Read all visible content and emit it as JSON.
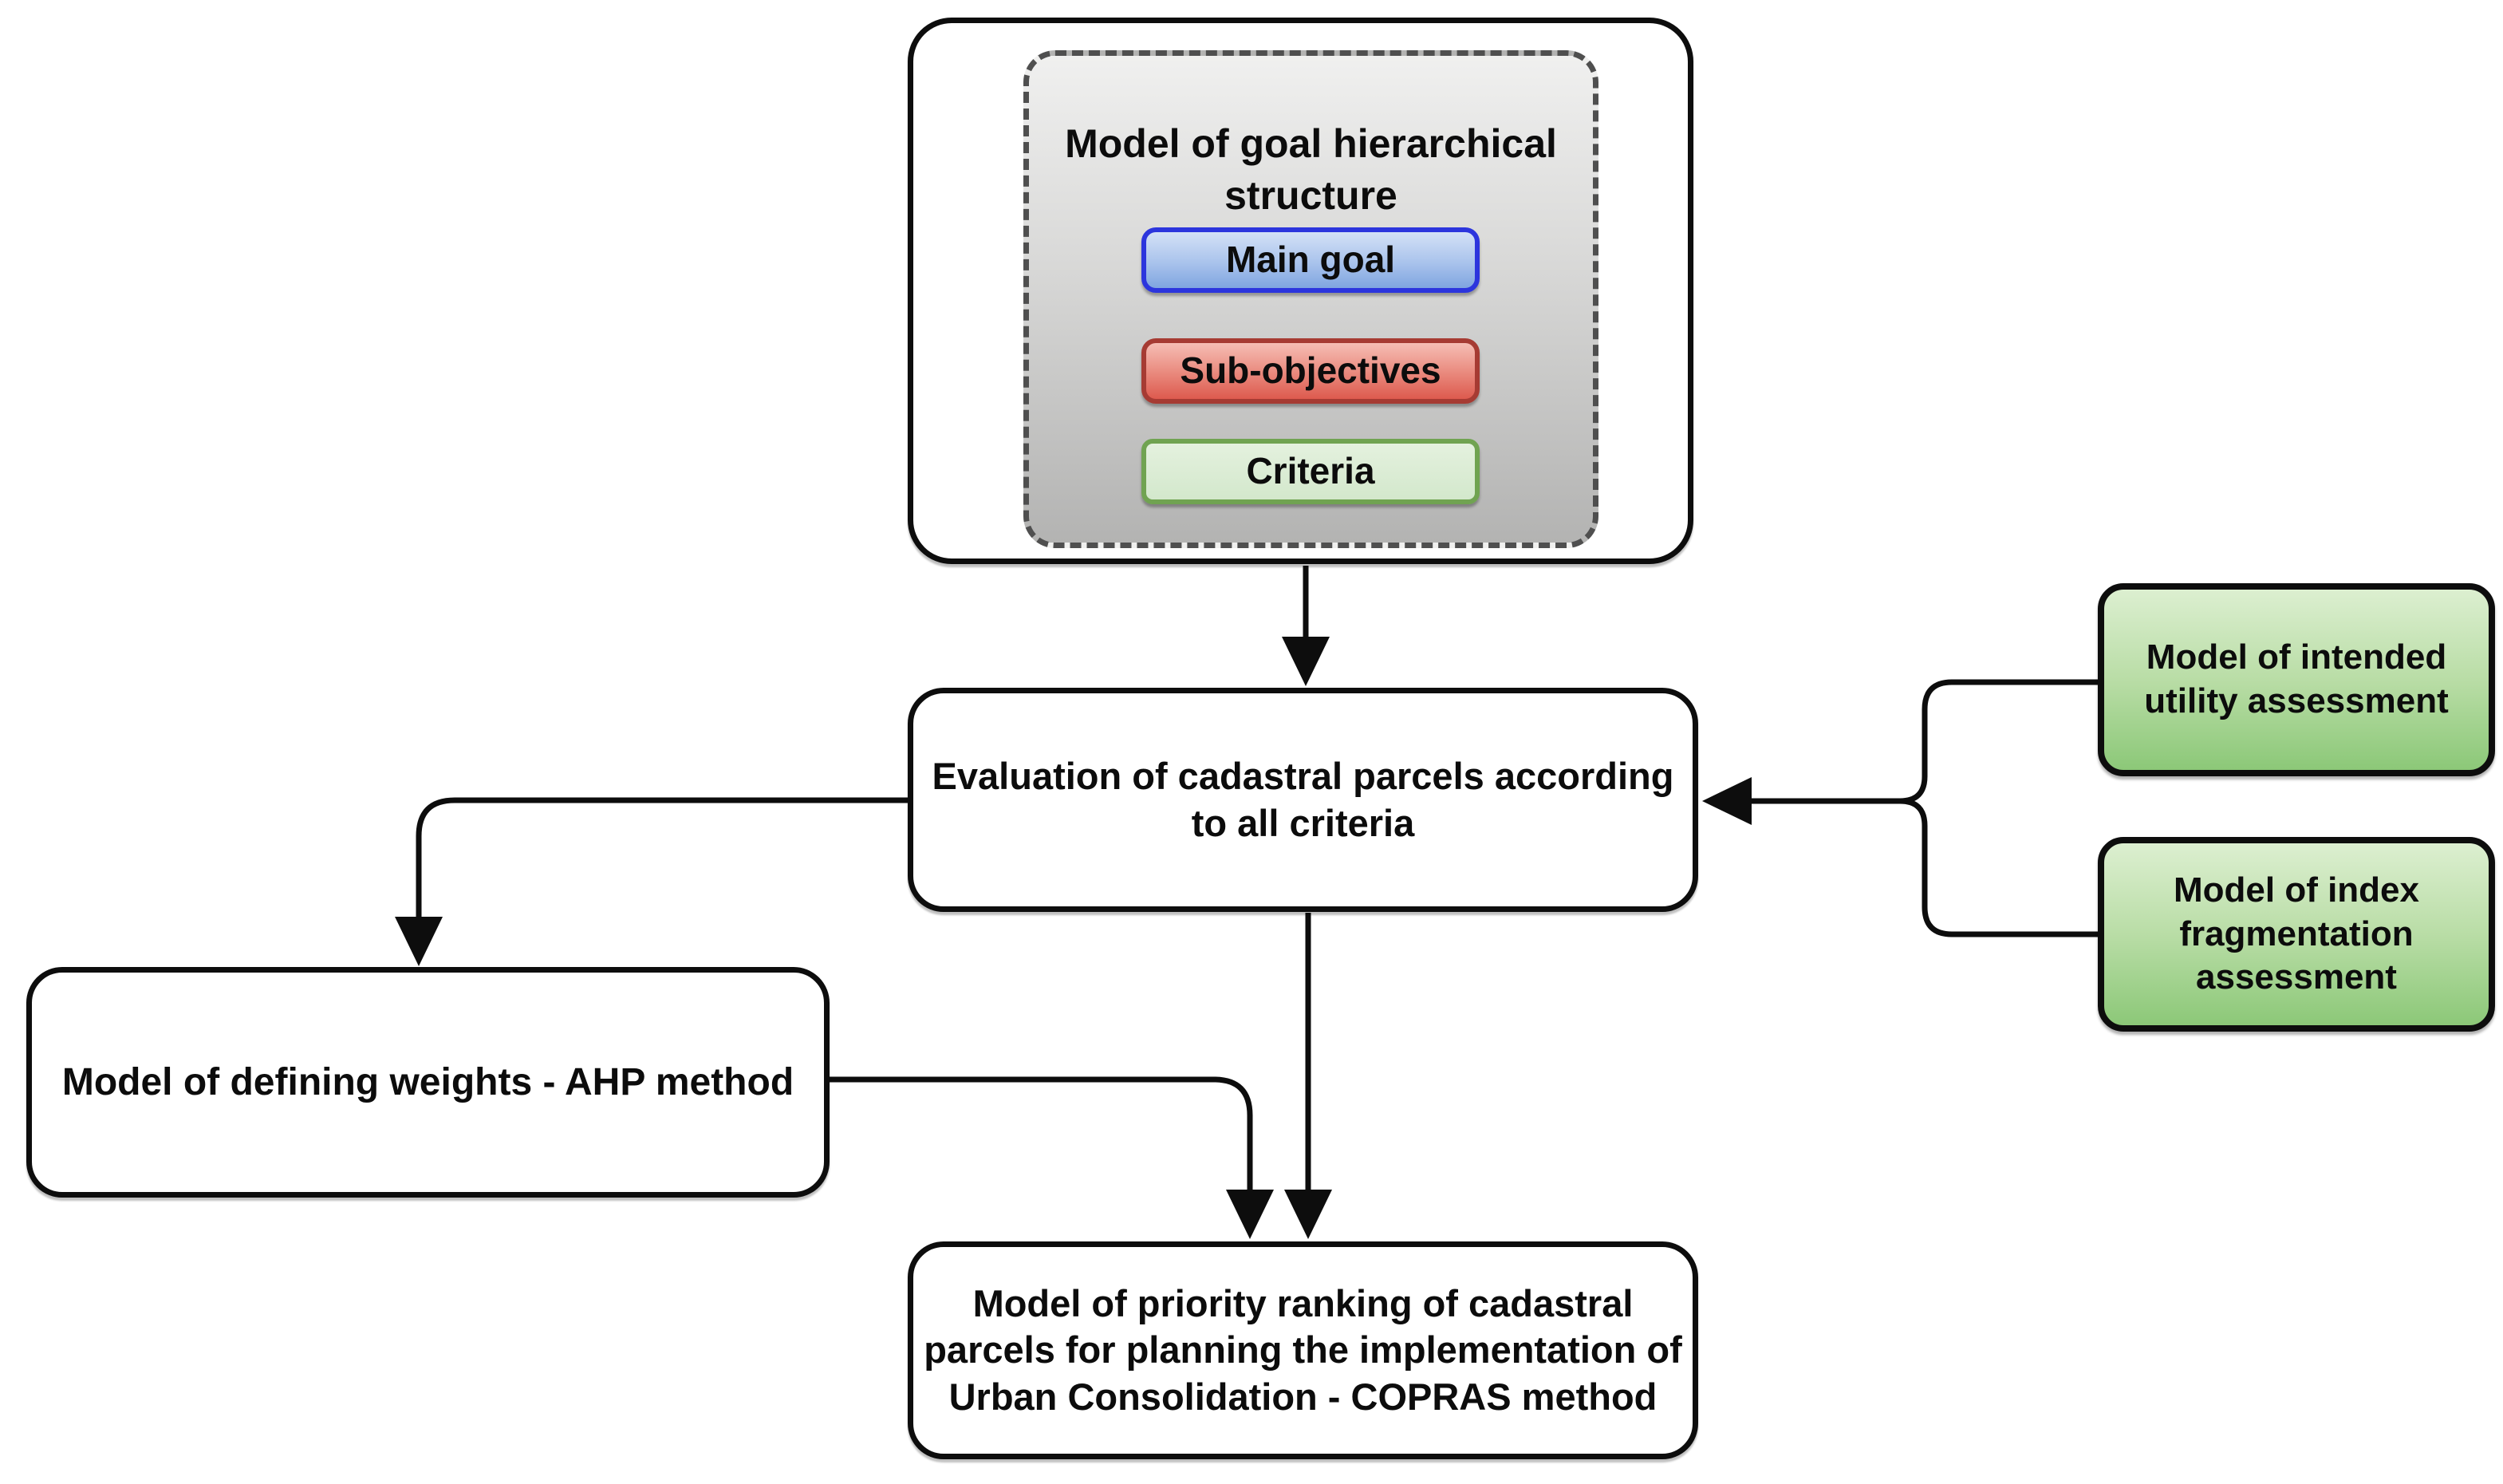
{
  "diagram": {
    "goal_hierarchy": {
      "title": "Model of goal hierarchical\nstructure",
      "main_goal": "Main goal",
      "sub_objectives": "Sub-objectives",
      "criteria": "Criteria"
    },
    "evaluation": "Evaluation of cadastral parcels according\nto all criteria",
    "ahp": "Model of defining weights - AHP method",
    "copras": "Model of priority ranking of cadastral\nparcels for planning the implementation of\nUrban Consolidation - COPRAS method",
    "utility": "Model of intended\nutility assessment",
    "fragmentation": "Model of index\nfragmentation\nassessment",
    "colors": {
      "line": "#0d0d0d",
      "panel_fill_top": "#f0f0ef",
      "panel_fill_bottom": "#b3b3b2",
      "panel_dash_border": "#4f4f4f",
      "main_goal_border": "#2c35dd",
      "main_goal_fill_top": "#d4e1f6",
      "main_goal_fill_bottom": "#7fa5e0",
      "sub_objectives_border": "#a63b33",
      "sub_objectives_fill_top": "#f6beb5",
      "sub_objectives_fill_bottom": "#dd5a4e",
      "criteria_border": "#70a351",
      "criteria_fill_top": "#e4f1de",
      "criteria_fill_bottom": "#d3e8cc",
      "assessment_fill_top": "#dcefd0",
      "assessment_fill_bottom": "#8cc878"
    }
  }
}
